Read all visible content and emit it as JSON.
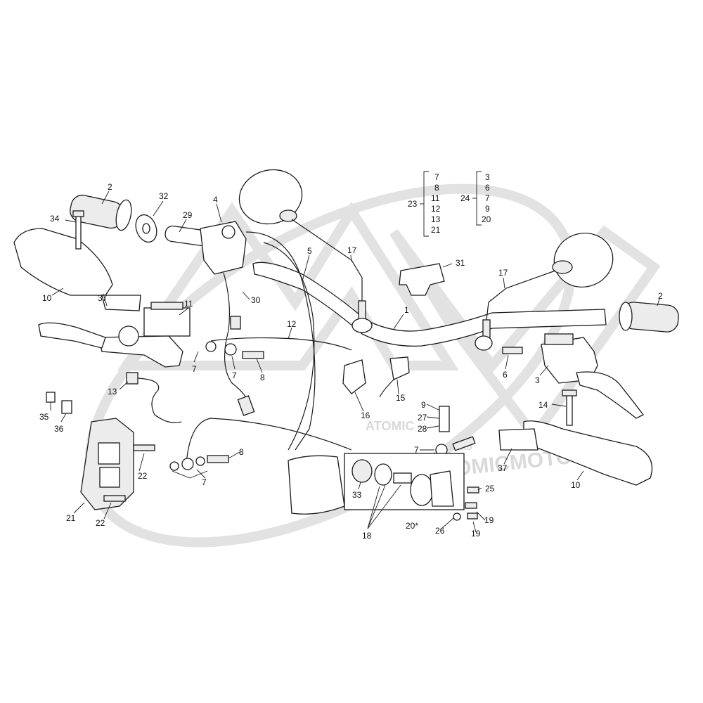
{
  "watermark": {
    "brand": "ATOMIC",
    "site": "WWW.ATOMICMOTO.FR",
    "small": "moto"
  },
  "callouts": [
    "1",
    "2",
    "2",
    "3",
    "4",
    "5",
    "6",
    "7",
    "7",
    "7",
    "8",
    "8",
    "9",
    "10",
    "10",
    "11",
    "12",
    "13",
    "14",
    "15",
    "16",
    "17",
    "17",
    "18",
    "19",
    "19",
    "20*",
    "21",
    "22",
    "22",
    "23",
    "24",
    "25",
    "26",
    "27",
    "28",
    "29",
    "30",
    "31",
    "32",
    "33",
    "34",
    "35",
    "36",
    "37",
    "37"
  ],
  "groups": [
    {
      "label": "23",
      "items": [
        "7",
        "8",
        "11",
        "12",
        "13",
        "21"
      ]
    },
    {
      "label": "24",
      "items": [
        "3",
        "6",
        "7",
        "9",
        "20"
      ]
    }
  ],
  "colors": {
    "line": "#1a1a1a",
    "watermark": "#e2e2e2",
    "background": "#ffffff"
  }
}
